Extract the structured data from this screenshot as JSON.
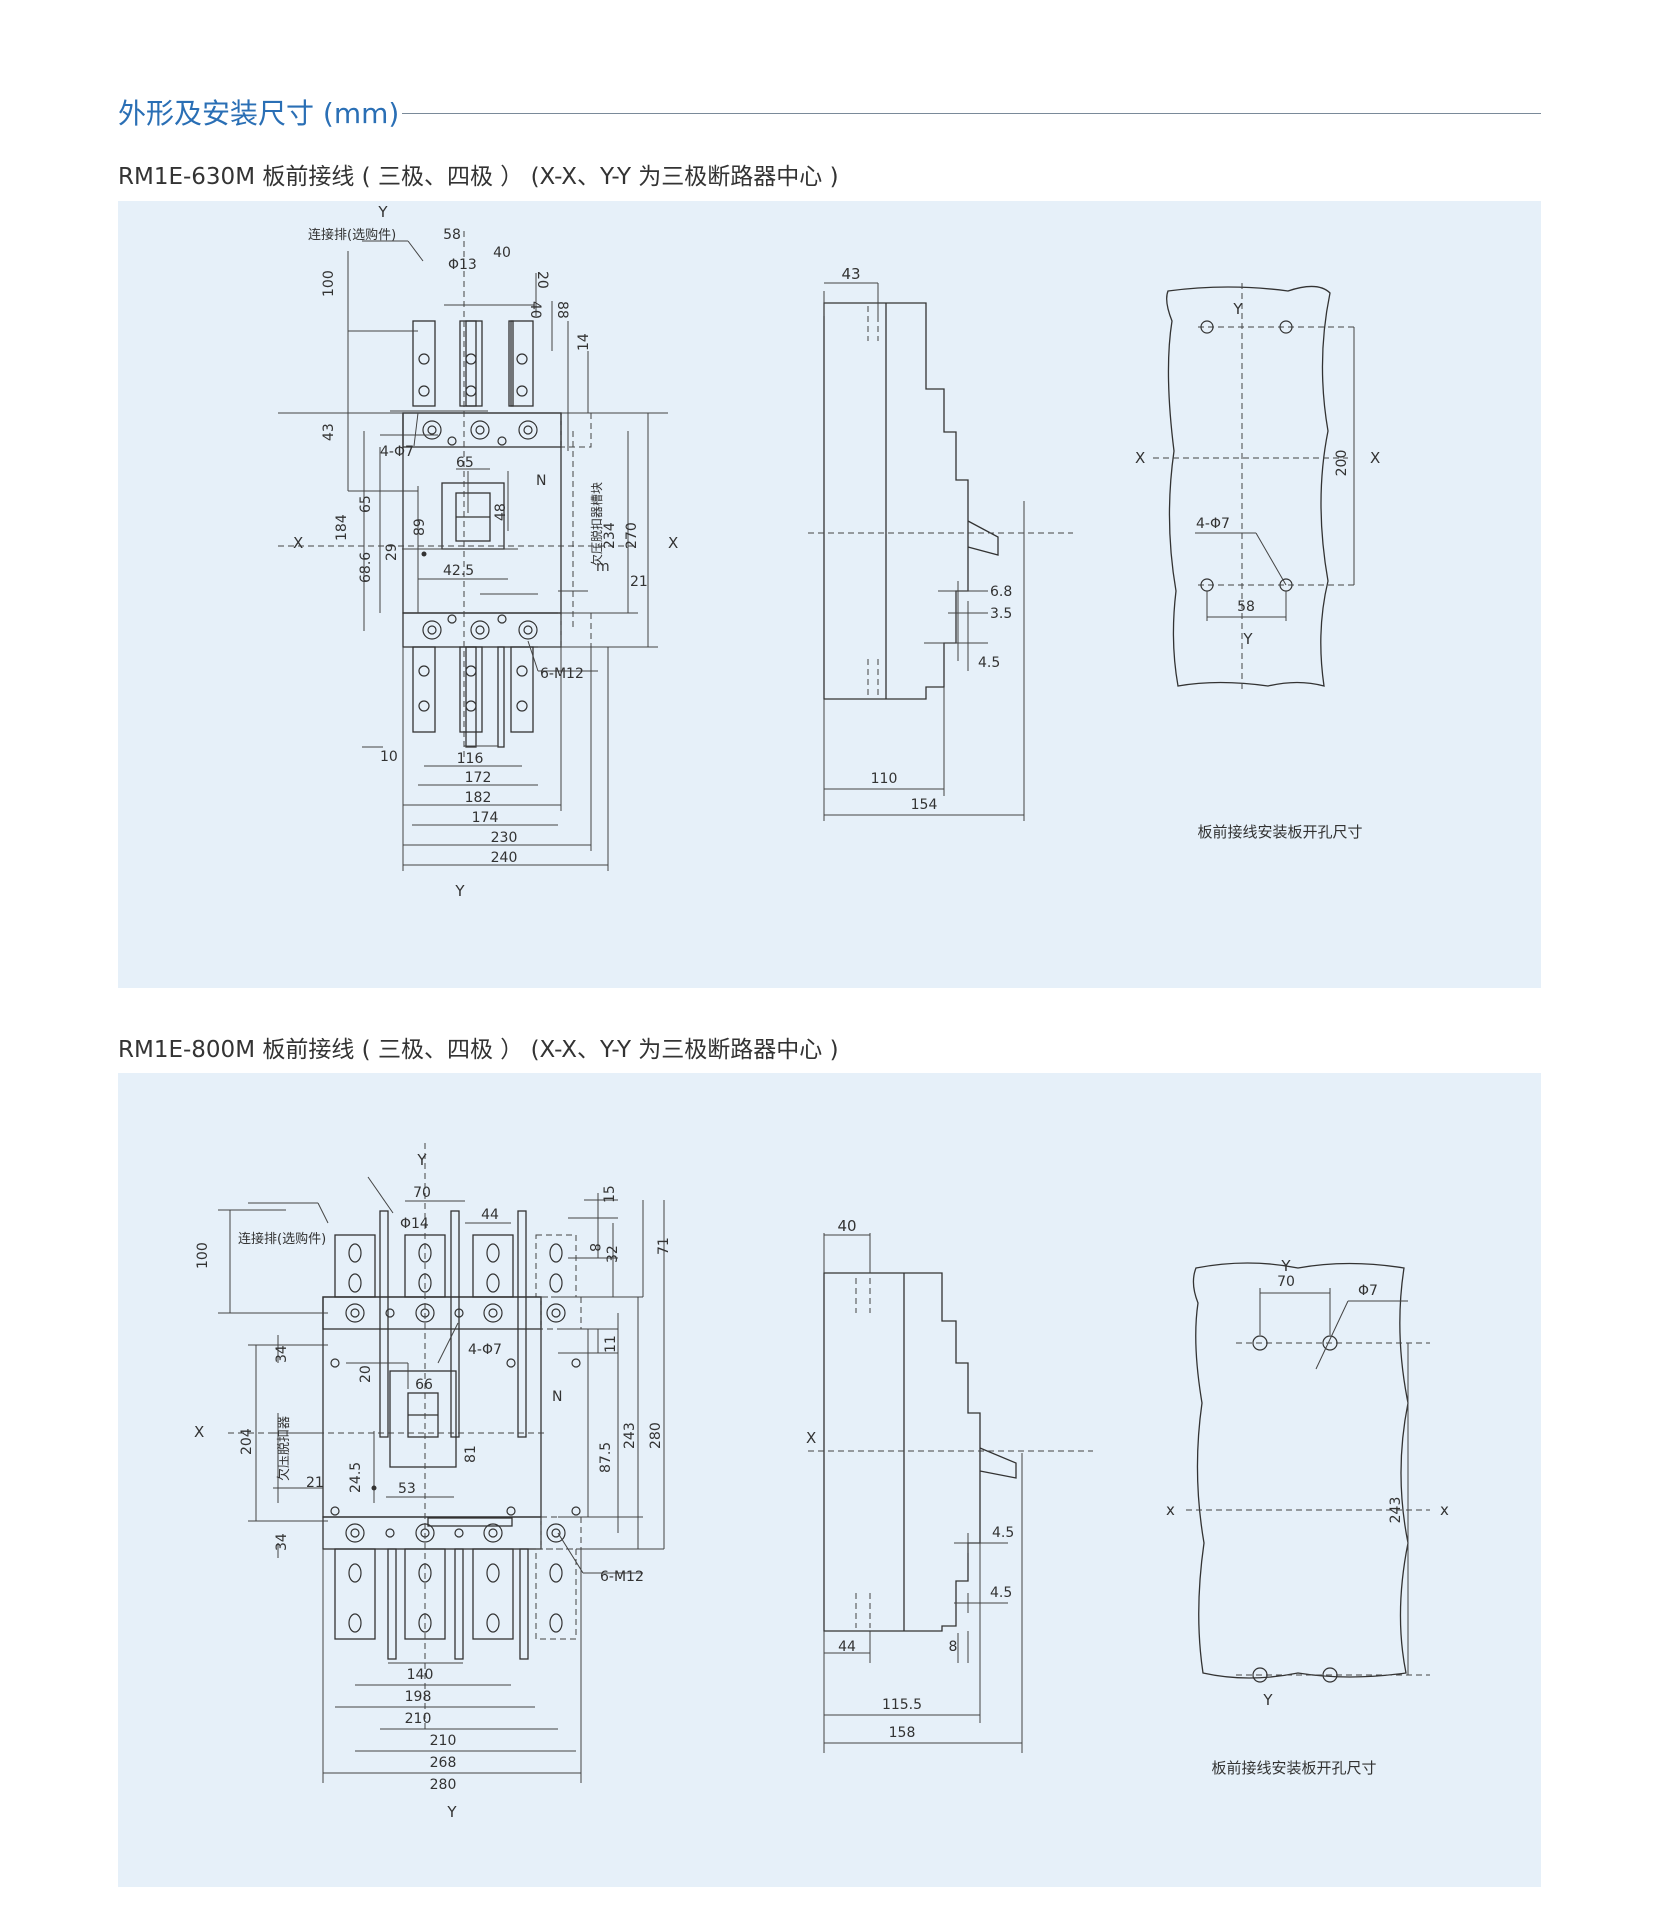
{
  "section": {
    "title": "外形及安装尺寸 (mm)"
  },
  "panel1": {
    "title": "RM1E-630M 板前接线 ( 三极、四极 ） (X-X、Y-Y 为三极断路器中心 )",
    "front": {
      "axis_y_top": "Y",
      "axis_y_bottom": "Y",
      "axis_x_left": "X",
      "axis_x_right": "X",
      "connector_note": "连接排(选购件)",
      "uv_note": "欠压脱扣器槽块",
      "n_label": "N",
      "m_label": "m",
      "hole_4phi7": "4-Φ7",
      "thread_6m12": "6-M12",
      "phi13": "Φ13",
      "d58": "58",
      "d40a": "40",
      "d20": "20",
      "d40b": "40",
      "d88": "88",
      "d14": "14",
      "d100": "100",
      "d43": "43",
      "d65w": "65",
      "d184": "184",
      "d65h": "65",
      "d89": "89",
      "d48": "48",
      "d68_6": "68.6",
      "d29": "29",
      "d42_5": "42.5",
      "d21": "21",
      "d234": "234",
      "d270": "270",
      "d10": "10",
      "d116": "116",
      "d172": "172",
      "d182": "182",
      "d174": "174",
      "d230": "230",
      "d240": "240"
    },
    "side": {
      "d43": "43",
      "d6_8": "6.8",
      "d3_5": "3.5",
      "d4_5": "4.5",
      "d110": "110",
      "d154": "154"
    },
    "cutout": {
      "axis_y_top": "Y",
      "axis_y_bottom": "Y",
      "axis_x_left": "X",
      "axis_x_right": "X",
      "hole_label": "4-Φ7",
      "d200": "200",
      "d58": "58",
      "caption": "板前接线安装板开孔尺寸"
    }
  },
  "panel2": {
    "title": "RM1E-800M 板前接线 ( 三极、四极 ） (X-X、Y-Y 为三极断路器中心 )",
    "front": {
      "axis_y_top": "Y",
      "axis_y_bottom": "Y",
      "axis_x_left": "X",
      "connector_note": "连接排(选购件)",
      "uv_note": "欠压脱扣器",
      "n_label": "N",
      "hole_4phi7": "4-Φ7",
      "thread_6m12": "6-M12",
      "phi14": "Φ14",
      "d70": "70",
      "d44": "44",
      "d15": "15",
      "d8": "8",
      "d32": "32",
      "d71": "71",
      "d100": "100",
      "d34a": "34",
      "d20": "20",
      "d66": "66",
      "d11": "11",
      "d204": "204",
      "d81": "81",
      "d87_5": "87.5",
      "d243": "243",
      "d280h": "280",
      "d24_5": "24.5",
      "d21": "21",
      "d53": "53",
      "d34b": "34",
      "d140": "140",
      "d198": "198",
      "d210a": "210",
      "d210b": "210",
      "d268": "268",
      "d280w": "280"
    },
    "side": {
      "axis_x": "X",
      "d40": "40",
      "d4_5a": "4.5",
      "d4_5b": "4.5",
      "d44": "44",
      "d8": "8",
      "d115_5": "115.5",
      "d158": "158"
    },
    "cutout": {
      "axis_y_top": "Y",
      "axis_y_bottom": "Y",
      "axis_x_left": "x",
      "axis_x_right": "x",
      "d70": "70",
      "phi7": "Φ7",
      "d243": "243",
      "caption": "板前接线安装板开孔尺寸"
    }
  }
}
